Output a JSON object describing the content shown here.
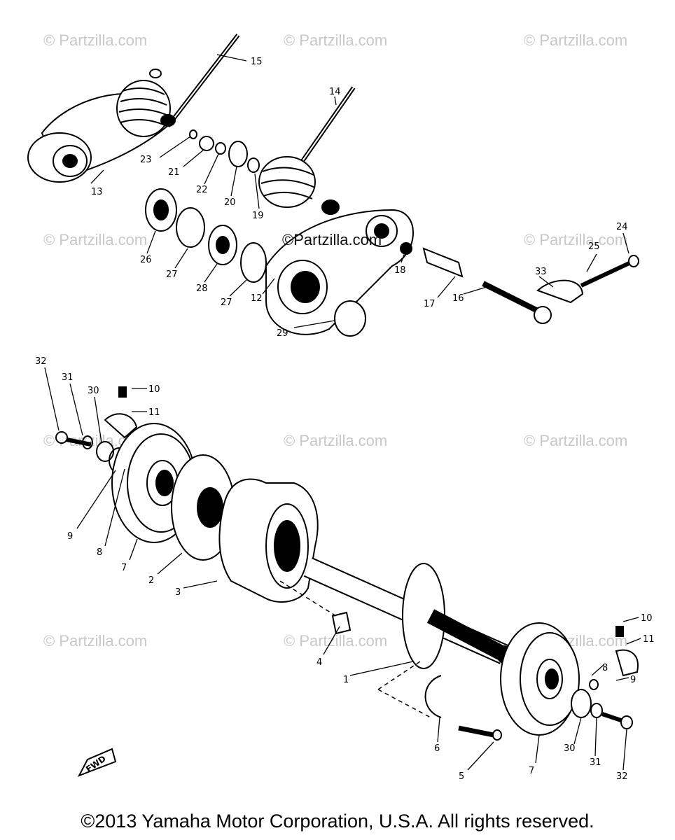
{
  "watermarks": [
    "© Partzilla.com",
    "© Partzilla.com",
    "© Partzilla.com",
    "© Partzilla.com",
    "© Partzilla.com",
    "© Partzilla.com",
    "© Partzilla.com",
    "© Partzilla.com",
    "© Partzilla.com",
    "© Partzilla.com",
    "© Partzilla.com"
  ],
  "center_watermark": "©Partzilla.com",
  "copyright": "©2013 Yamaha Motor Corporation, U.S.A. All rights reserved.",
  "fwd_label": "FWD",
  "callouts": {
    "c15": "15",
    "c14": "14",
    "c13": "13",
    "c23": "23",
    "c21": "21",
    "c22": "22",
    "c20": "20",
    "c19": "19",
    "c26": "26",
    "c27a": "27",
    "c28": "28",
    "c27b": "27",
    "c12": "12",
    "c29": "29",
    "c18": "18",
    "c17": "17",
    "c16": "16",
    "c33": "33",
    "c25": "25",
    "c24": "24",
    "c32a": "32",
    "c31a": "31",
    "c30a": "30",
    "c10a": "10",
    "c11a": "11",
    "c9a": "9",
    "c8a": "8",
    "c7a": "7",
    "c2": "2",
    "c3": "3",
    "c4": "4",
    "c1": "1",
    "c6": "6",
    "c5": "5",
    "c7b": "7",
    "c30b": "30",
    "c31b": "31",
    "c32b": "32",
    "c10b": "10",
    "c11b": "11",
    "c8b": "8",
    "c9b": "9"
  }
}
